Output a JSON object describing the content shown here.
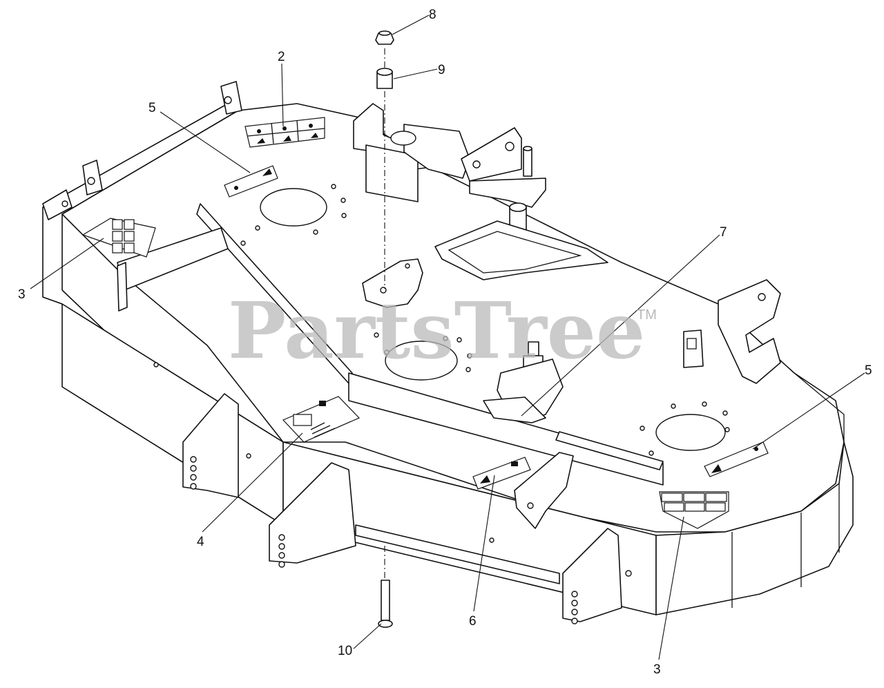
{
  "watermark": {
    "text": "PartsTree",
    "trademark": "TM"
  },
  "callouts": [
    {
      "id": "c2",
      "label": "2"
    },
    {
      "id": "c3a",
      "label": "3"
    },
    {
      "id": "c3b",
      "label": "3"
    },
    {
      "id": "c4",
      "label": "4"
    },
    {
      "id": "c5a",
      "label": "5"
    },
    {
      "id": "c5b",
      "label": "5"
    },
    {
      "id": "c6",
      "label": "6"
    },
    {
      "id": "c7",
      "label": "7"
    },
    {
      "id": "c8",
      "label": "8"
    },
    {
      "id": "c9",
      "label": "9"
    },
    {
      "id": "c10",
      "label": "10"
    }
  ]
}
